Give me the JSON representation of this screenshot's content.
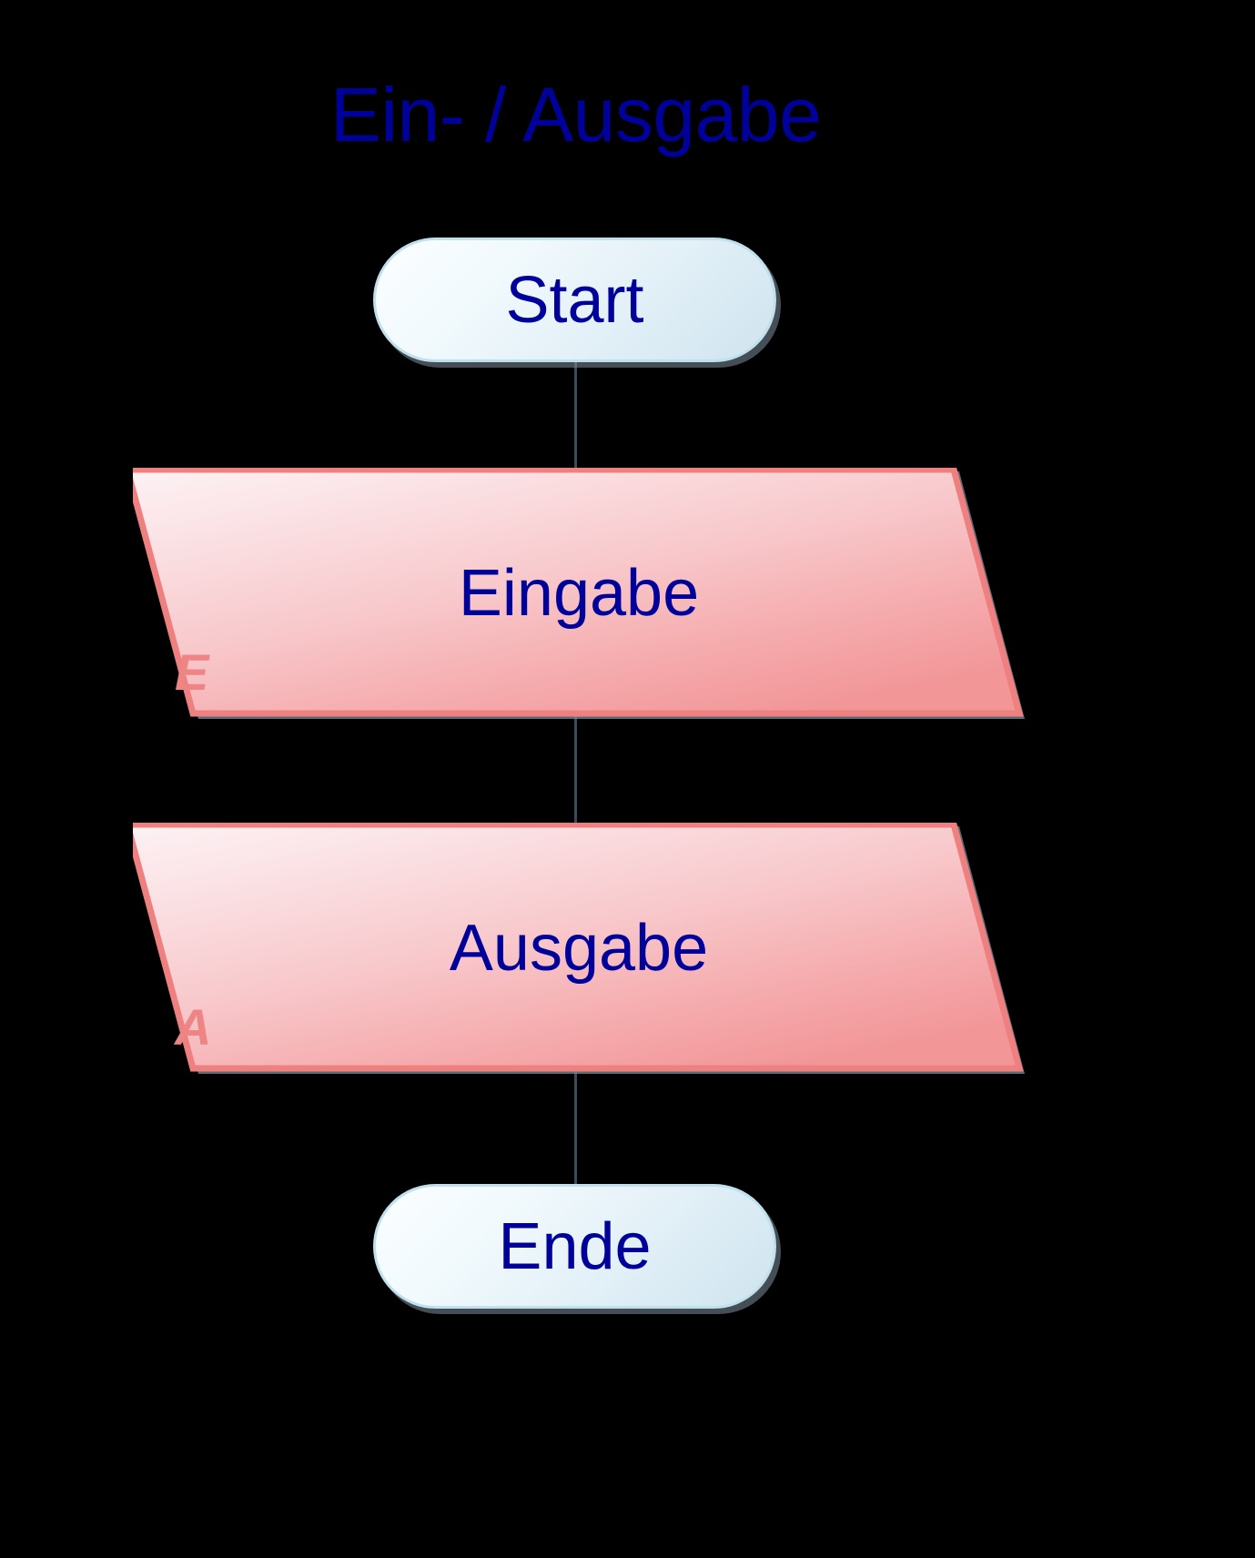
{
  "diagram": {
    "title": "Ein- / Ausgabe",
    "background_color": "#000000",
    "title_color": "#00009B",
    "node_text_color": "#00009B",
    "io_border_color": "#EE8080",
    "io_tag_color": "#ED8585",
    "terminator_border_color": "#BFE0EC",
    "shadow_color": "#7D8C9B",
    "nodes": [
      {
        "id": "start",
        "type": "terminator",
        "label": "Start"
      },
      {
        "id": "eingabe",
        "type": "input-output",
        "label": "Eingabe",
        "tag": "E"
      },
      {
        "id": "ausgabe",
        "type": "input-output",
        "label": "Ausgabe",
        "tag": "A"
      },
      {
        "id": "ende",
        "type": "terminator",
        "label": "Ende"
      }
    ],
    "connectors": [
      {
        "id": "start-to-eingabe",
        "from": "start",
        "to": "eingabe"
      },
      {
        "id": "eingabe-to-ausgabe",
        "from": "eingabe",
        "to": "ausgabe"
      },
      {
        "id": "ausgabe-to-ende",
        "from": "ausgabe",
        "to": "ende"
      }
    ]
  }
}
